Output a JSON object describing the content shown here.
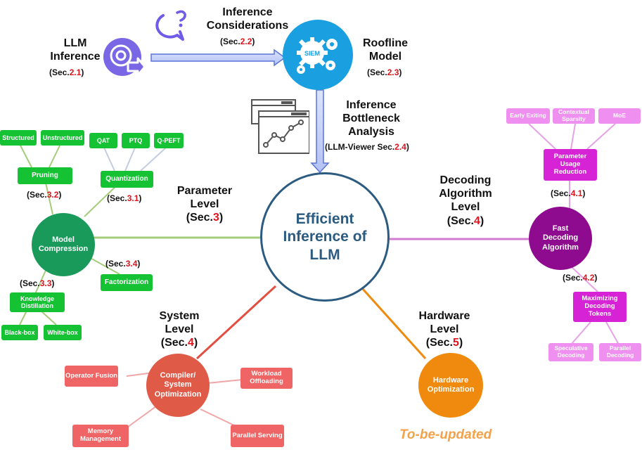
{
  "center": {
    "line1": "Efficient",
    "line2": "Inference of",
    "line3": "LLM"
  },
  "top": {
    "llm_inference": {
      "line1": "LLM",
      "line2": "Inference",
      "sec_prefix": "(Sec.",
      "sec_num": "2.1",
      "sec_suffix": ")"
    },
    "considerations": {
      "line1": "Inference",
      "line2": "Considerations",
      "sec_prefix": "(Sec.",
      "sec_num": "2.2",
      "sec_suffix": ")"
    },
    "roofline": {
      "line1": "Roofline",
      "line2": "Model",
      "sec_prefix": "(Sec.",
      "sec_num": "2.3",
      "sec_suffix": ")",
      "badge": "SIEM"
    },
    "bottleneck": {
      "line1": "Inference",
      "line2": "Bottleneck",
      "line3": "Analysis",
      "sec_prefix": "(LLM-Viewer Sec.",
      "sec_num": "2.4",
      "sec_suffix": ")"
    }
  },
  "parameter": {
    "title1": "Parameter",
    "title2": "Level",
    "sec_prefix": "(Sec.",
    "sec_num": "3",
    "sec_suffix": ")",
    "hub_line1": "Model",
    "hub_line2": "Compression",
    "pruning": {
      "label": "Pruning",
      "sec_prefix": "(Sec.",
      "sec_num": "3.2",
      "sec_suffix": ")",
      "children": [
        "Structured",
        "Unstructured"
      ]
    },
    "quantization": {
      "label": "Quantization",
      "sec_prefix": "(Sec.",
      "sec_num": "3.1",
      "sec_suffix": ")",
      "children": [
        "QAT",
        "PTQ",
        "Q-PEFT"
      ]
    },
    "factorization": {
      "label": "Factorization",
      "sec_prefix": "(Sec.",
      "sec_num": "3.4",
      "sec_suffix": ")"
    },
    "distillation": {
      "line1": "Knowledge",
      "line2": "Distillation",
      "sec_prefix": "(Sec.",
      "sec_num": "3.3",
      "sec_suffix": ")",
      "children": [
        "Black-box",
        "White-box"
      ]
    }
  },
  "decoding": {
    "title1": "Decoding",
    "title2": "Algorithm",
    "title3": "Level",
    "sec_prefix": "(Sec.",
    "sec_num": "4",
    "sec_suffix": ")",
    "hub_line1": "Fast",
    "hub_line2": "Decoding",
    "hub_line3": "Algorithm",
    "param_reduction": {
      "line1": "Parameter",
      "line2": "Usage",
      "line3": "Reduction",
      "sec_prefix": "(Sec.",
      "sec_num": "4.1",
      "sec_suffix": ")",
      "children": [
        "Early Exiting",
        "Contextual Sparsity",
        "MoE"
      ]
    },
    "max_tokens": {
      "line1": "Maximizing",
      "line2": "Decoding",
      "line3": "Tokens",
      "sec_prefix": "(Sec.",
      "sec_num": "4.2",
      "sec_suffix": ")",
      "children": [
        "Speculative Decoding",
        "Parallel Decoding"
      ]
    }
  },
  "system": {
    "title1": "System",
    "title2": "Level",
    "sec_prefix": "(Sec.",
    "sec_num": "4",
    "sec_suffix": ")",
    "hub_line1": "Compiler/",
    "hub_line2": "System",
    "hub_line3": "Optimization",
    "children": [
      "Operator Fusion",
      "Workload Offloading",
      "Memory Management",
      "Parallel Serving"
    ]
  },
  "hardware": {
    "title1": "Hardware",
    "title2": "Level",
    "sec_prefix": "(Sec.",
    "sec_num": "5",
    "sec_suffix": ")",
    "hub_line1": "Hardware",
    "hub_line2": "Optimization",
    "note": "To-be-updated"
  },
  "colors": {
    "green": "#15c234",
    "green_dark": "#1a9a5a",
    "pink": "#d623d6",
    "pink_light": "#ef8ff0",
    "purple": "#8e0a8e",
    "red": "#ef6464",
    "red_dark": "#e05a48",
    "orange": "#ef8a0e",
    "blue": "#1aa0e0",
    "center_border": "#2b5b80",
    "section_red": "#e0121b"
  },
  "icons": [
    "chat-bubble-icon",
    "disk-arrow-icon",
    "gears-icon",
    "chart-window-icon"
  ]
}
